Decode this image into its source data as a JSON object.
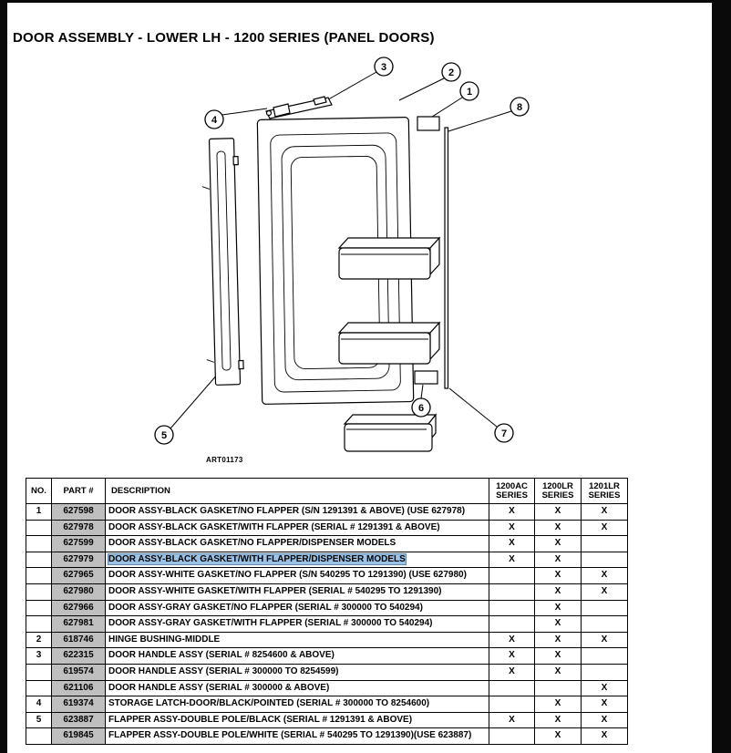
{
  "page": {
    "title": "DOOR ASSEMBLY - LOWER LH - 1200 SERIES (PANEL DOORS)",
    "art_code": "ART01173"
  },
  "colors": {
    "part_cell_bg": "#bfbfbf",
    "row_highlight": "#9cc3e6",
    "table_border": "#000000",
    "page_bg": "#ffffff",
    "frame": "#0a0a0a"
  },
  "diagram": {
    "callouts": [
      {
        "n": "1"
      },
      {
        "n": "2"
      },
      {
        "n": "3"
      },
      {
        "n": "4"
      },
      {
        "n": "5"
      },
      {
        "n": "6"
      },
      {
        "n": "7"
      },
      {
        "n": "8"
      }
    ]
  },
  "table": {
    "headers": {
      "no": "NO.",
      "part": "PART #",
      "desc": "DESCRIPTION",
      "series": [
        {
          "l1": "1200AC",
          "l2": "SERIES"
        },
        {
          "l1": "1200LR",
          "l2": "SERIES"
        },
        {
          "l1": "1201LR",
          "l2": "SERIES"
        }
      ]
    },
    "rows": [
      {
        "no": "1",
        "part": "627598",
        "desc": "DOOR ASSY-BLACK GASKET/NO FLAPPER (S/N 1291391 & ABOVE) (USE 627978)",
        "c1": "X",
        "c2": "X",
        "c3": "X"
      },
      {
        "no": "",
        "part": "627978",
        "desc": "DOOR ASSY-BLACK GASKET/WITH FLAPPER (SERIAL # 1291391 & ABOVE)",
        "c1": "X",
        "c2": "X",
        "c3": "X"
      },
      {
        "no": "",
        "part": "627599",
        "desc": "DOOR ASSY-BLACK GASKET/NO FLAPPER/DISPENSER MODELS",
        "c1": "X",
        "c2": "X",
        "c3": ""
      },
      {
        "no": "",
        "part": "627979",
        "desc": "DOOR ASSY-BLACK GASKET/WITH FLAPPER/DISPENSER MODELS",
        "c1": "X",
        "c2": "X",
        "c3": "",
        "highlight": true
      },
      {
        "no": "",
        "part": "627965",
        "desc": "DOOR  ASSY-WHITE GASKET/NO FLAPPER (S/N 540295 TO 1291390) (USE 627980)",
        "c1": "",
        "c2": "X",
        "c3": "X"
      },
      {
        "no": "",
        "part": "627980",
        "desc": "DOOR ASSY-WHITE GASKET/WITH FLAPPER (SERIAL # 540295 TO 1291390)",
        "c1": "",
        "c2": "X",
        "c3": "X"
      },
      {
        "no": "",
        "part": "627966",
        "desc": "DOOR  ASSY-GRAY GASKET/NO FLAPPER (SERIAL # 300000 TO 540294)",
        "c1": "",
        "c2": "X",
        "c3": ""
      },
      {
        "no": "",
        "part": "627981",
        "desc": "DOOR ASSY-GRAY GASKET/WITH FLAPPER (SERIAL # 300000 TO 540294)",
        "c1": "",
        "c2": "X",
        "c3": ""
      },
      {
        "no": "2",
        "part": "618746",
        "desc": "HINGE BUSHING-MIDDLE",
        "c1": "X",
        "c2": "X",
        "c3": "X"
      },
      {
        "no": "3",
        "part": "622315",
        "desc": "DOOR HANDLE ASSY (SERIAL # 8254600 & ABOVE)",
        "c1": "X",
        "c2": "X",
        "c3": ""
      },
      {
        "no": "",
        "part": "619574",
        "desc": "DOOR HANDLE ASSY (SERIAL # 300000 TO 8254599)",
        "c1": "X",
        "c2": "X",
        "c3": ""
      },
      {
        "no": "",
        "part": "621106",
        "desc": "DOOR HANDLE ASSY (SERIAL # 300000 &  ABOVE)",
        "c1": "",
        "c2": "",
        "c3": "X"
      },
      {
        "no": "4",
        "part": "619374",
        "desc": "STORAGE LATCH-DOOR/BLACK/POINTED (SERIAL # 300000 TO 8254600)",
        "c1": "",
        "c2": "X",
        "c3": "X"
      },
      {
        "no": "5",
        "part": "623887",
        "desc": "FLAPPER ASSY-DOUBLE POLE/BLACK (SERIAL # 1291391 & ABOVE)",
        "c1": "X",
        "c2": "X",
        "c3": "X"
      },
      {
        "no": "",
        "part": "619845",
        "desc": "FLAPPER ASSY-DOUBLE POLE/WHITE (SERIAL # 540295 TO 1291390)(USE 623887)",
        "c1": "",
        "c2": "X",
        "c3": "X"
      }
    ]
  }
}
